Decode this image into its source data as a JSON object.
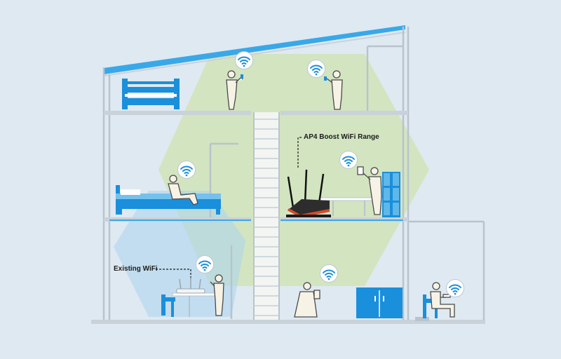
{
  "labels": {
    "boost_router": "AP4 Boost WiFi Range",
    "existing_router": "Existing WiFi"
  },
  "colors": {
    "background": "#dfe9f1",
    "wall": "#b8c3cc",
    "coverage_green": "#cfe2b4",
    "coverage_blue": "#a9d3ee",
    "accent_blue": "#1a8fdb",
    "figure_cream": "#f6f2e6",
    "router_body": "#2d2d2d",
    "router_stripe": "#d94a2a"
  },
  "icons": {
    "wifi": "wifi-icon",
    "person": "person-figure",
    "router": "router-icon"
  }
}
